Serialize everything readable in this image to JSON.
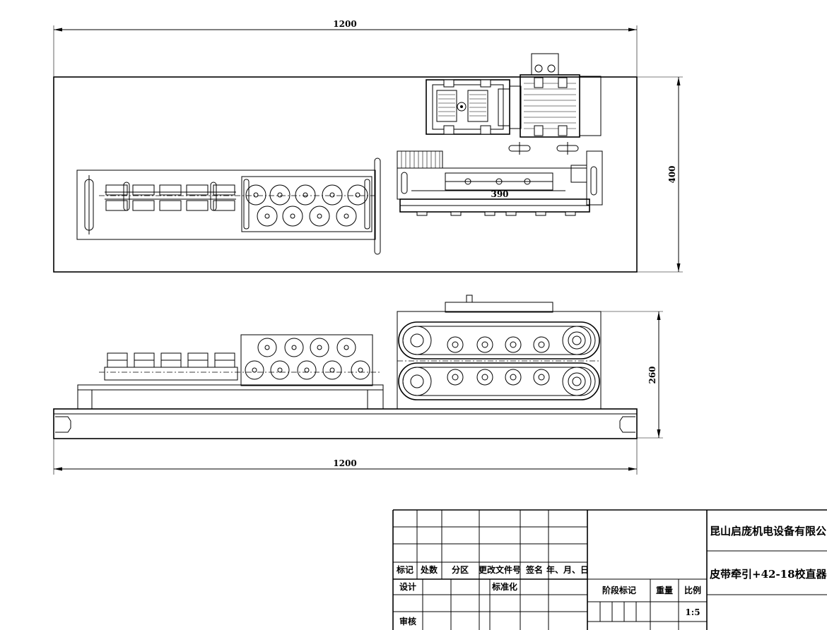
{
  "dimensions": {
    "top_width": "1200",
    "top_height": "400",
    "bottom_width": "1200",
    "bottom_height": "260",
    "belt_span": "390"
  },
  "title_block": {
    "company": "昆山启庞机电设备有限公司",
    "drawing_name": "皮带牵引+42-18校直器",
    "headers": [
      "标记",
      "处数",
      "分区",
      "更改文件号",
      "签名",
      "年、月、日"
    ],
    "row_design": "设计",
    "row_standardize": "标准化",
    "row_review": "审核",
    "stage_mark": "阶段标记",
    "weight": "重量",
    "scale_label": "比例",
    "scale_value": "1:5"
  }
}
